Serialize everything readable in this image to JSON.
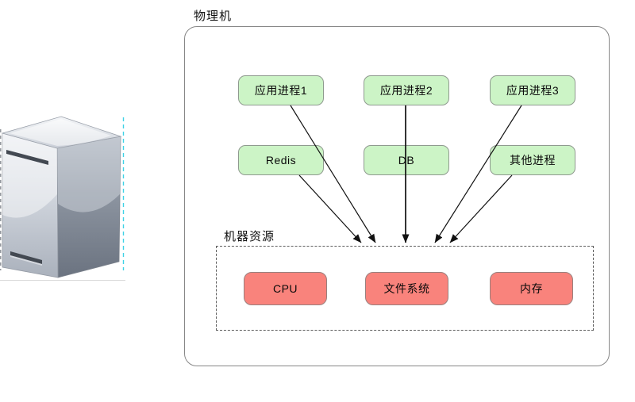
{
  "physical_machine": {
    "title": "物理机",
    "resources_group_label": "机器资源"
  },
  "nodes": {
    "app_process_1": "应用进程1",
    "app_process_2": "应用进程2",
    "app_process_3": "应用进程3",
    "redis": "Redis",
    "db": "DB",
    "other_process": "其他进程",
    "cpu": "CPU",
    "file_system": "文件系统",
    "memory": "内存"
  },
  "edges": [
    {
      "from": "应用进程1",
      "to": "机器资源"
    },
    {
      "from": "Redis",
      "to": "机器资源"
    },
    {
      "from": "应用进程2",
      "to": "机器资源",
      "through": "DB"
    },
    {
      "from": "应用进程3",
      "to": "机器资源"
    },
    {
      "from": "其他进程",
      "to": "机器资源"
    }
  ],
  "colors": {
    "process_node_fill": "#ccf4c6",
    "resource_node_fill": "#f9837c",
    "node_border": "#8f8f8f",
    "frame_border": "#878787",
    "dashed_group_border": "#5d5d5d",
    "arrow": "#111111",
    "selection_handle": "#3fd2e6"
  }
}
